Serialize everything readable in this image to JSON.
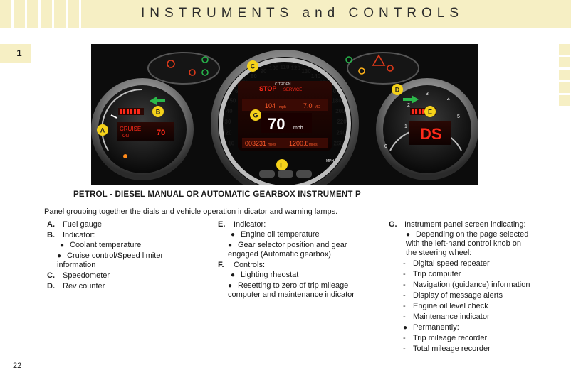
{
  "header": {
    "title": "INSTRUMENTS and CONTROLS"
  },
  "chapter": {
    "number": "1"
  },
  "dashboard": {
    "labels": {
      "A": "A",
      "B": "B",
      "C": "C",
      "D": "D",
      "E": "E",
      "F": "F",
      "G": "G"
    },
    "center_display": {
      "brand": "CITROËN",
      "stop": "STOP",
      "service": "SERVICE",
      "speed_small": "104",
      "speed_small_unit": "mph",
      "consumption": "7.0",
      "consumption_unit": "l/62",
      "speed_large": "70",
      "speed_large_unit": "mph",
      "trip": "003231",
      "trip_unit": "miles",
      "total": "1200.8",
      "total_unit": "miles",
      "mph_label": "MPH"
    },
    "left_display": {
      "cruise": "CRUISE",
      "cruise_state": "ON",
      "set_speed": "70"
    },
    "right_display": {
      "gear": "DS"
    },
    "speedo_ticks": [
      "10",
      "20",
      "30",
      "40",
      "50",
      "60",
      "70",
      "80",
      "90",
      "100",
      "110",
      "120",
      "130",
      "140",
      "150",
      "160",
      "180",
      "200",
      "220",
      "240",
      "260"
    ]
  },
  "caption": {
    "heading": "PETROL - DIESEL MANUAL OR AUTOMATIC GEARBOX INSTRUMENT P",
    "subtitle": "Panel grouping together the dials and vehicle operation indicator and warning lamps."
  },
  "col1": [
    {
      "key": "A.",
      "text": "Fuel gauge"
    },
    {
      "key": "B.",
      "text": "Indicator:",
      "bullets": [
        "Coolant temperature",
        "Cruise control/Speed limiter information"
      ]
    },
    {
      "key": "C.",
      "text": "Speedometer"
    },
    {
      "key": "D.",
      "text": "Rev counter"
    }
  ],
  "col2": [
    {
      "key": "E.",
      "text": "Indicator:",
      "bullets": [
        "Engine oil temperature",
        "Gear selector position and gear engaged (Automatic gearbox)"
      ]
    },
    {
      "key": "F.",
      "text": "Controls:",
      "bullets": [
        "Lighting rheostat",
        "Resetting to zero of trip mileage computer and maintenance indicator"
      ]
    }
  ],
  "col3": {
    "key": "G.",
    "text": "Instrument panel screen indicating:",
    "bullet1": "Depending on the page selected with the left-hand control knob on the steering wheel:",
    "dashes1": [
      "Digital speed repeater",
      "Trip computer",
      "Navigation (guidance) information",
      "Display of message alerts",
      "Engine oil level check",
      "Maintenance indicator"
    ],
    "bullet2": "Permanently:",
    "dashes2": [
      "Trip mileage recorder",
      "Total mileage recorder"
    ]
  },
  "page_number": "22",
  "colors": {
    "header_band": "#f6efc4",
    "label_yellow": "#f5d21a",
    "display_red": "#ff2a1a",
    "display_bg": "#1a0503"
  }
}
